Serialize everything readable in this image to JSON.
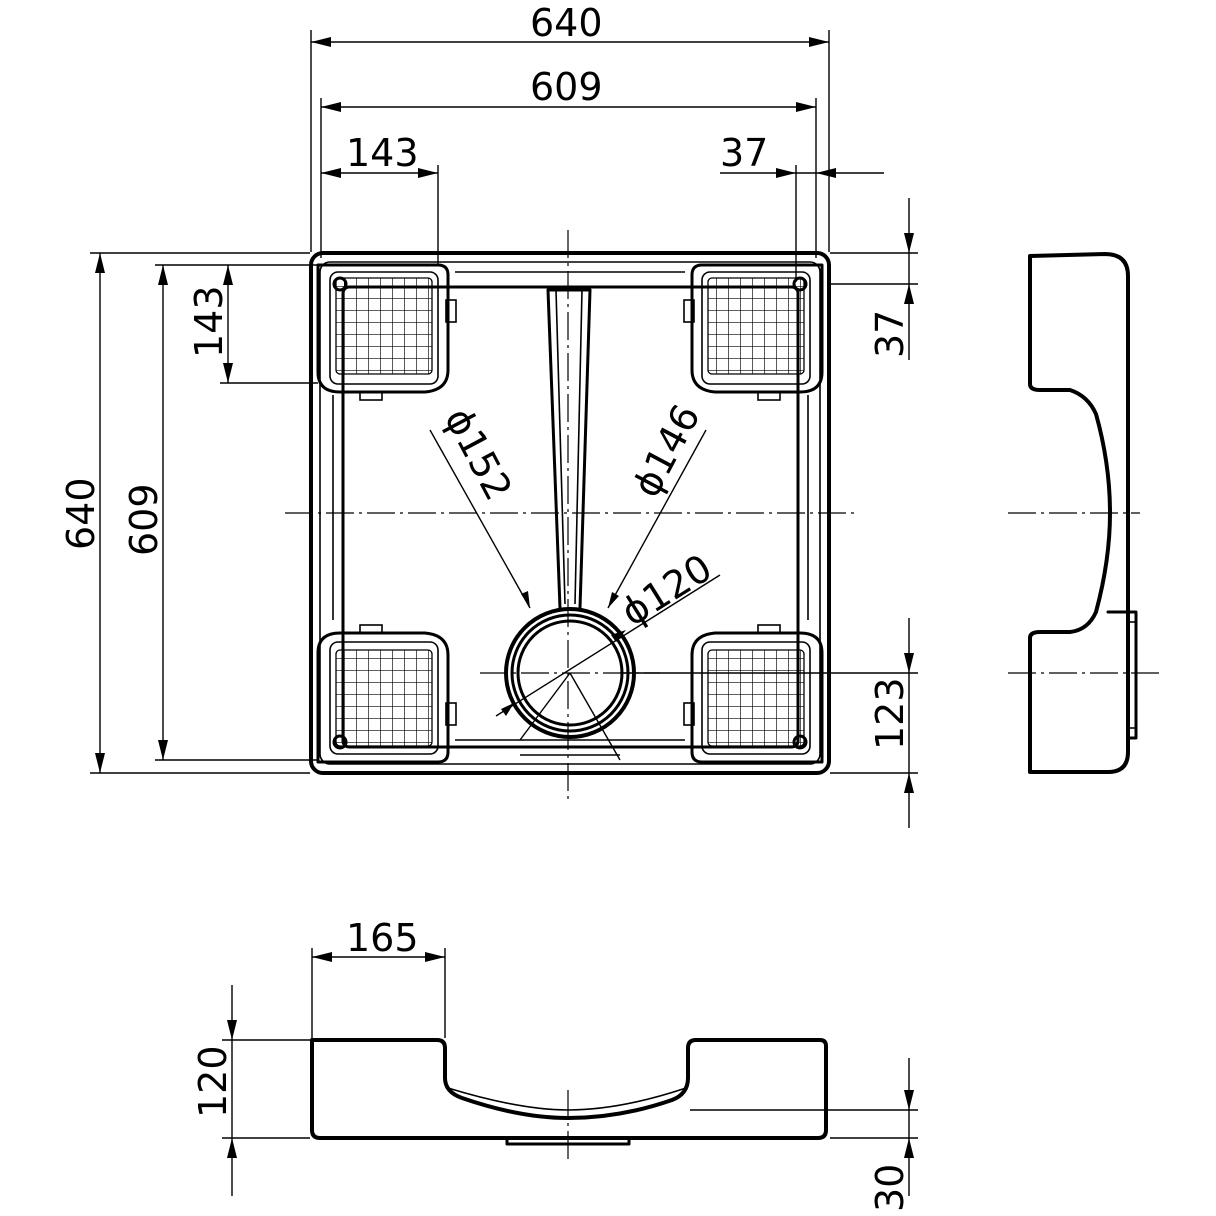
{
  "dimensions": {
    "top_overall_width": "640",
    "top_inner_width": "609",
    "top_pad_width": "143",
    "top_right_offset": "37",
    "left_overall_height": "640",
    "left_inner_height": "609",
    "left_pad_height": "143",
    "right_offset": "37",
    "right_drain_offset": "123",
    "diameter_outer": "ϕ152",
    "diameter_mid": "ϕ146",
    "diameter_inner": "ϕ120",
    "front_foot_width": "165",
    "front_height": "120",
    "front_drain_depth": "30"
  }
}
